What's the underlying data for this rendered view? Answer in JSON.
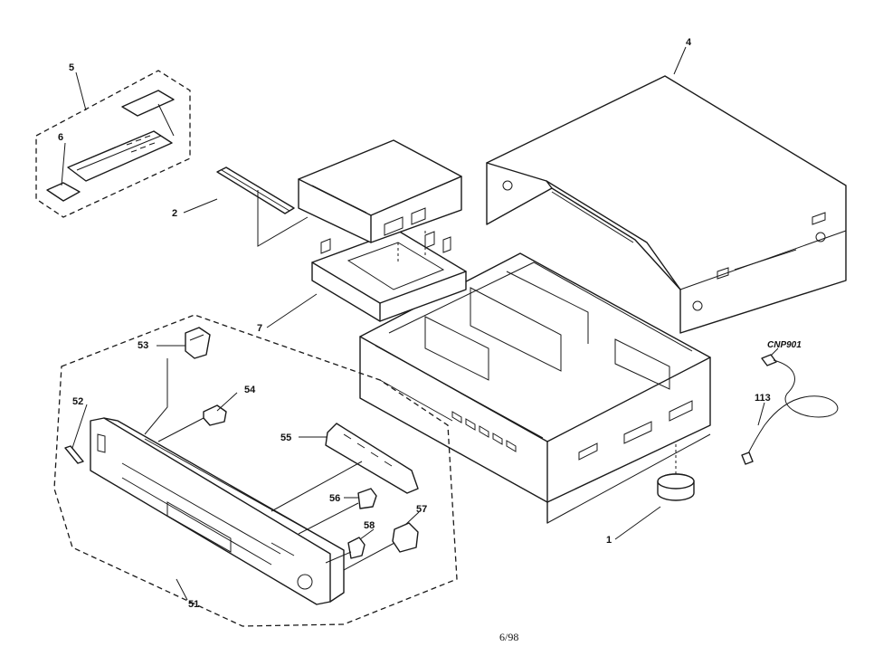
{
  "diagram": {
    "labels": {
      "p1": "1",
      "p2": "2",
      "p4": "4",
      "p5": "5",
      "p6": "6",
      "p7": "7",
      "p51": "51",
      "p52": "52",
      "p53": "53",
      "p54": "54",
      "p55": "55",
      "p56": "56",
      "p57": "57",
      "p58": "58",
      "p113": "113",
      "cnp901": "CNP901"
    },
    "page_number": "6/98"
  }
}
